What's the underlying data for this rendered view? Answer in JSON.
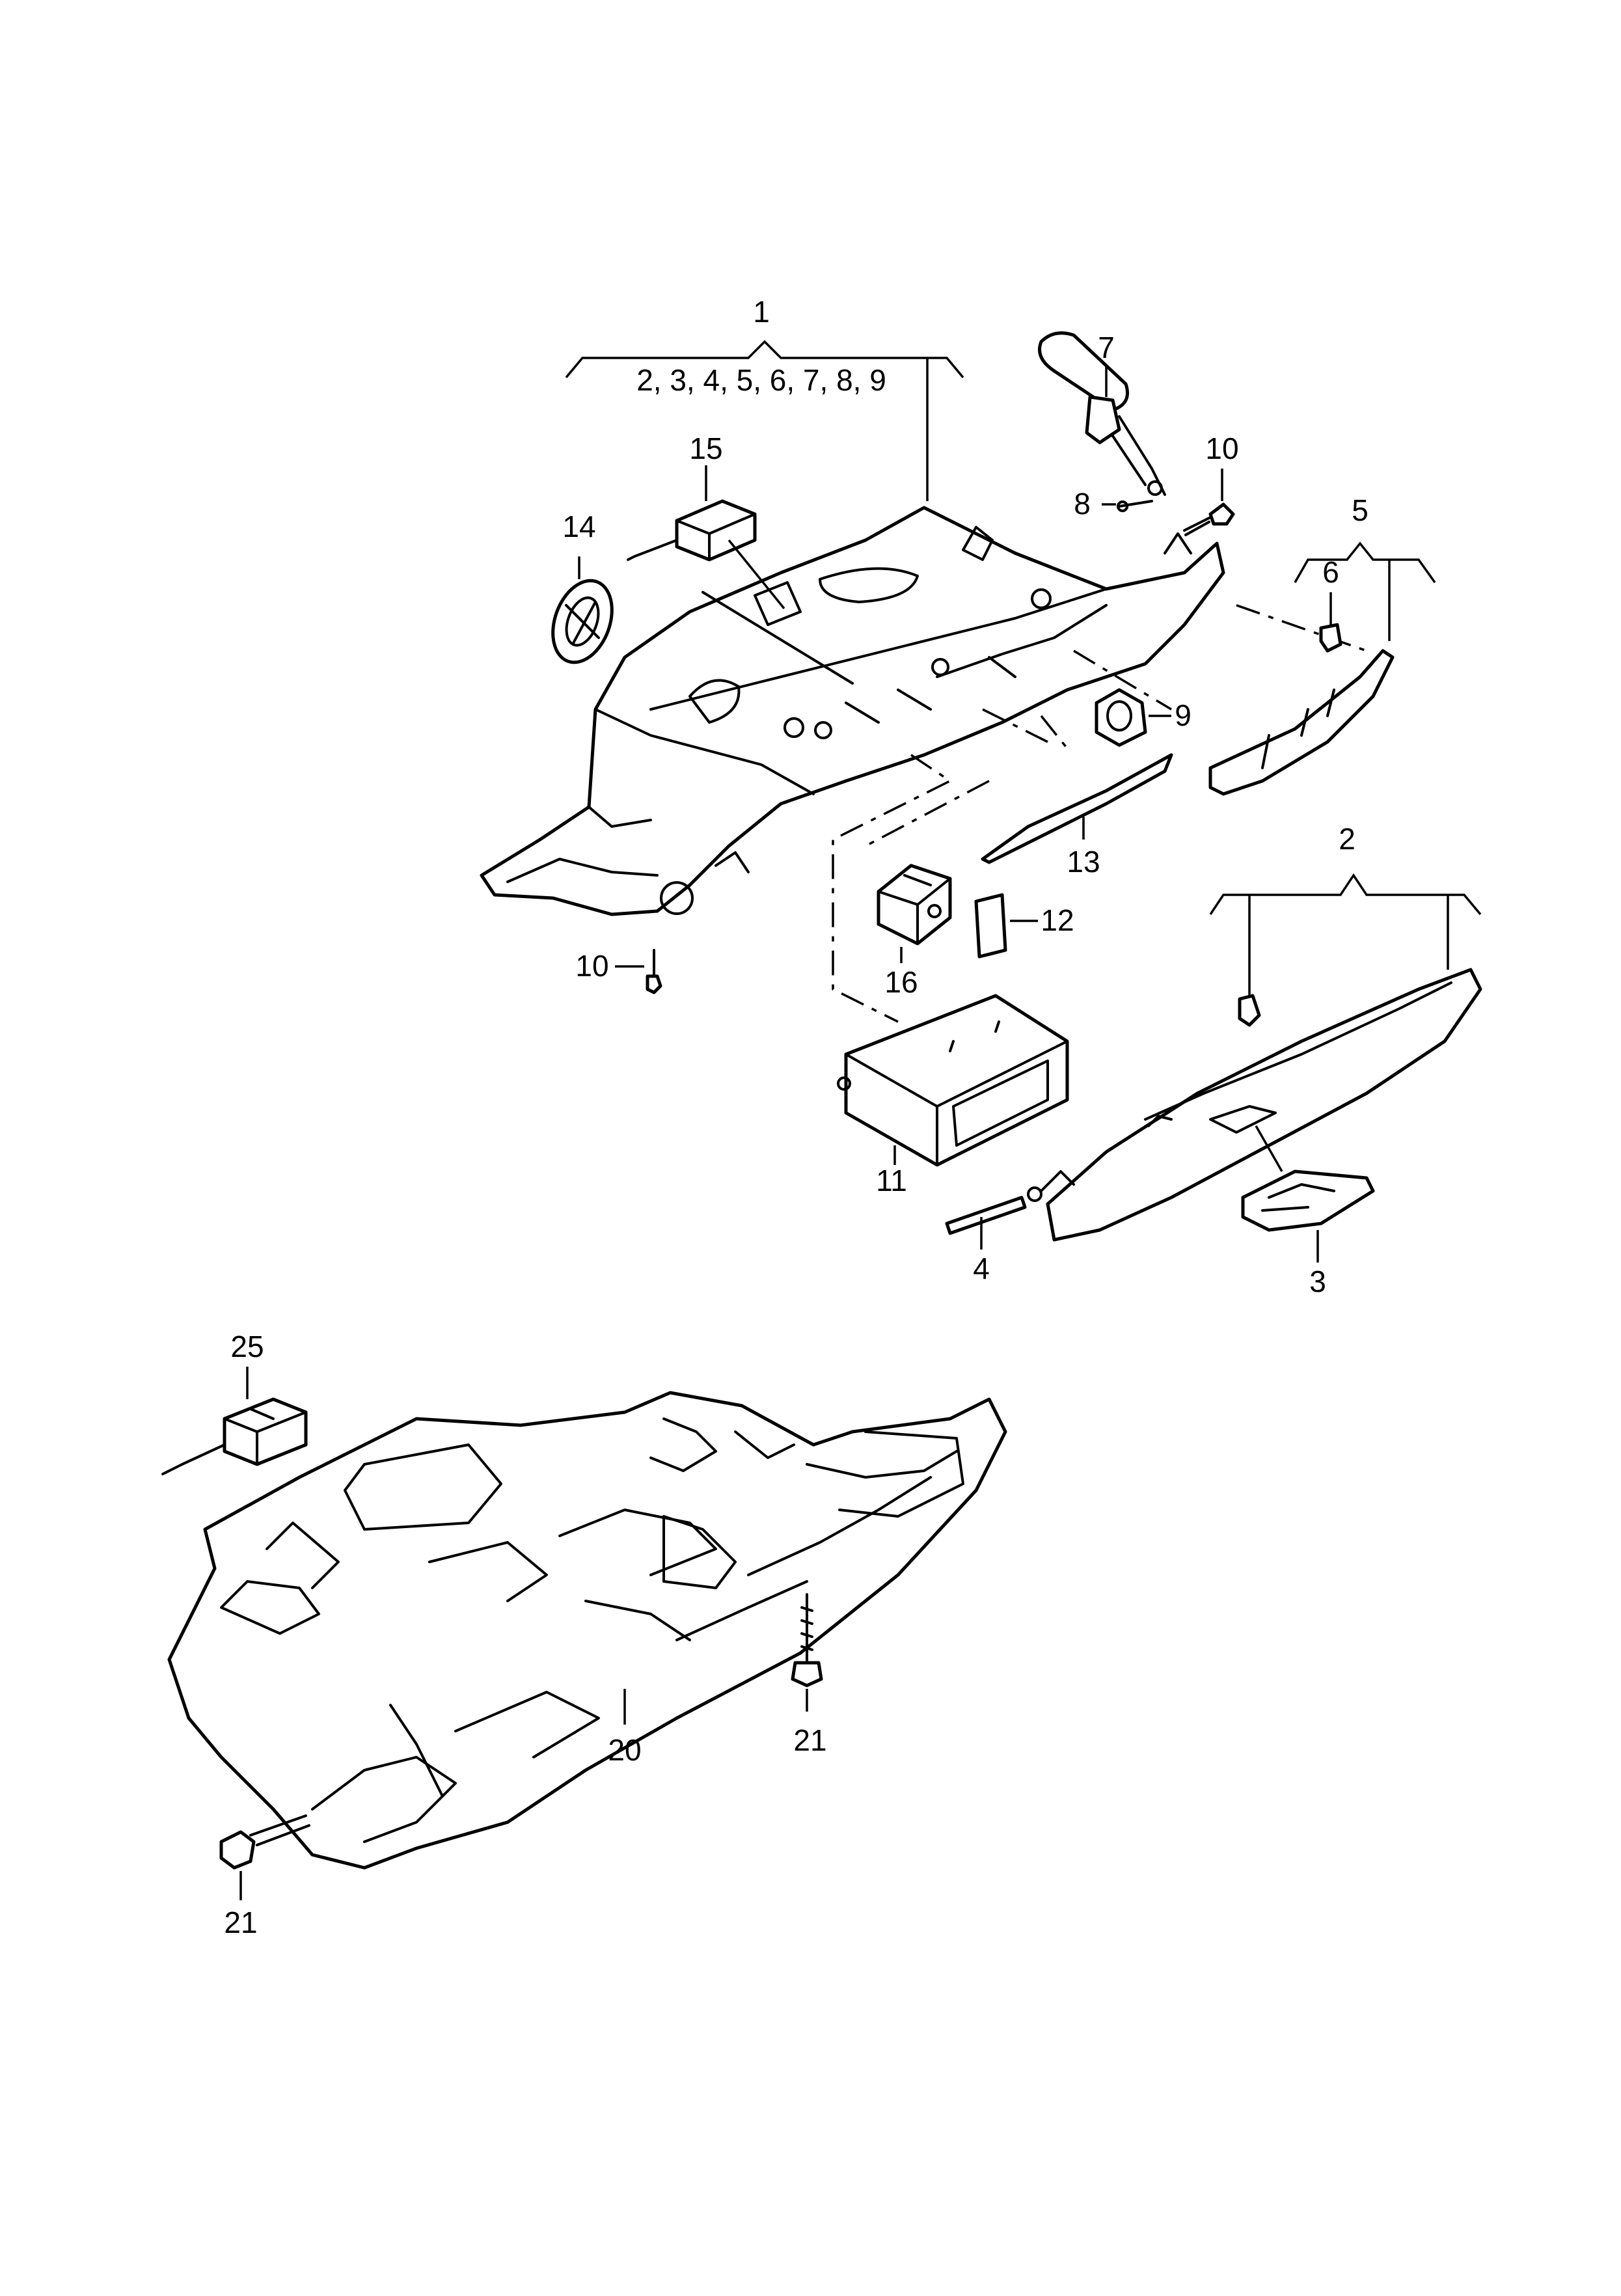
{
  "callouts": {
    "c1": "1",
    "c1_group": "2, 3, 4, 5, 6, 7, 8, 9",
    "c2": "2",
    "c3": "3",
    "c4": "4",
    "c5": "5",
    "c6": "6",
    "c7": "7",
    "c8": "8",
    "c9": "9",
    "c10_top": "10",
    "c10_left": "10",
    "c11": "11",
    "c12": "12",
    "c13": "13",
    "c14": "14",
    "c15": "15",
    "c16": "16",
    "c20": "20",
    "c21_right": "21",
    "c21_left": "21",
    "c25": "25"
  }
}
